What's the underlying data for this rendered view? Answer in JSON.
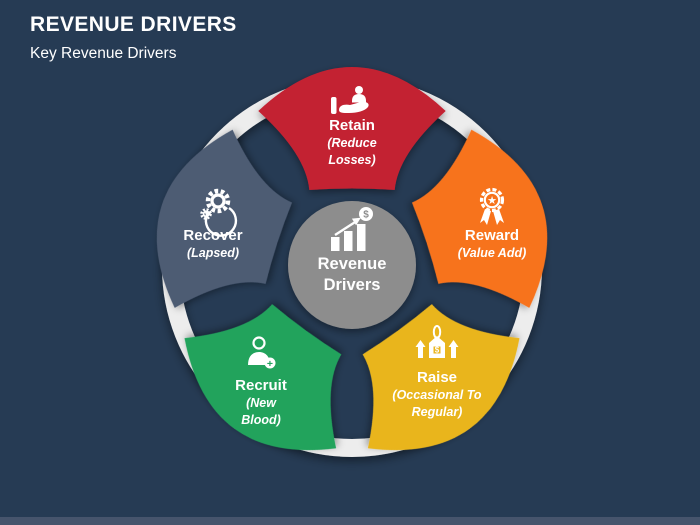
{
  "slide": {
    "title": "REVENUE DRIVERS",
    "subtitle": "Key Revenue Drivers",
    "background_color": "#263B54",
    "footer_color": "#46546C",
    "ring_color": "#EDEDED",
    "text_color": "#FFFFFF"
  },
  "center": {
    "line1": "Revenue",
    "line2": "Drivers",
    "color": "#8D8D8D",
    "icon": "growth-bar-chart-dollar-icon",
    "coin_glyph": "$"
  },
  "segments": [
    {
      "id": "retain",
      "label": "Retain",
      "sub": "(Reduce Losses)",
      "color": "#C32031",
      "icon": "hand-holding-person-icon",
      "position": "top"
    },
    {
      "id": "reward",
      "label": "Reward",
      "sub": "(Value Add)",
      "color": "#F7731D",
      "icon": "award-ribbon-icon",
      "position": "right",
      "star_glyph": "★"
    },
    {
      "id": "raise",
      "label": "Raise",
      "sub": "(Occasional To Regular)",
      "color": "#E9B51F",
      "icon": "price-tag-increase-icon",
      "position": "bottom-right",
      "dollar_glyph": "$"
    },
    {
      "id": "recruit",
      "label": "Recruit",
      "sub": "(New Blood)",
      "color": "#21A35C",
      "icon": "add-person-icon",
      "position": "bottom-left",
      "plus_glyph": "+"
    },
    {
      "id": "recover",
      "label": "Recover",
      "sub": "(Lapsed)",
      "color": "#4E5C73",
      "icon": "gears-recovery-icon",
      "position": "left"
    }
  ]
}
